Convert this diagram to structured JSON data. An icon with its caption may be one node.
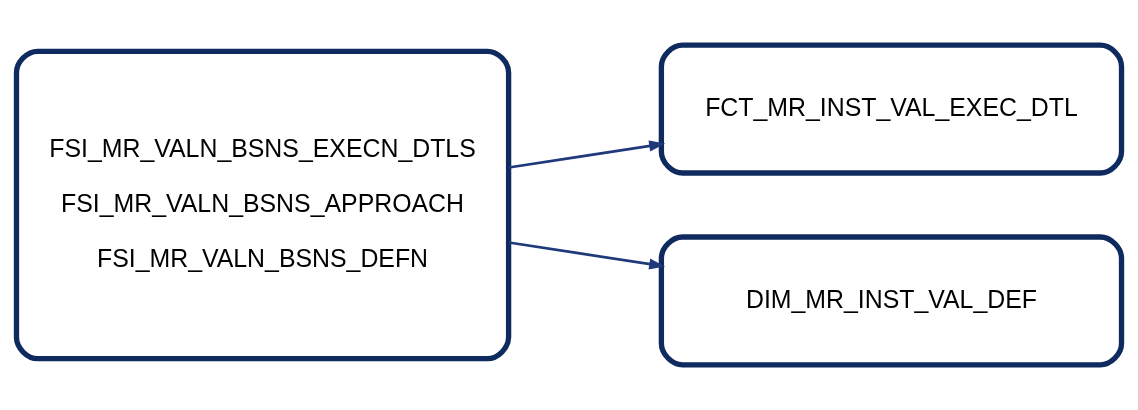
{
  "diagram": {
    "nodes": [
      {
        "text": [
          "FSI_MR_VALN_BSNS_EXECN_DTLS",
          "FSI_MR_VALN_BSNS_APPROACH",
          "FSI_MR_VALN_BSNS_DEFN"
        ]
      },
      {
        "text": [
          "FCT_MR_INST_VAL_EXEC_DTL"
        ]
      },
      {
        "text": [
          "DIM_MR_INST_VAL_DEF"
        ]
      }
    ],
    "edges": [
      {
        "from": 0,
        "to": 1,
        "arrow": "to"
      },
      {
        "from": 0,
        "to": 2,
        "arrow": "to"
      }
    ]
  }
}
